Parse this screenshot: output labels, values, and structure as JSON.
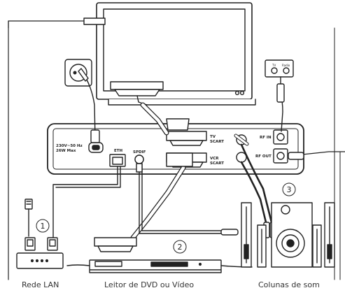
{
  "device": {
    "power_spec_line1": "230V~50 Hz",
    "power_spec_line2": "26W Max",
    "port_eth": "ETH",
    "port_spdif": "SPDIF",
    "port_tv_scart_1": "TV",
    "port_tv_scart_2": "SCART",
    "port_vcr_scart_1": "VCR",
    "port_vcr_scart_2": "SCART",
    "port_rf_in": "RF IN",
    "port_rf_out": "RF OUT"
  },
  "antenna_socket": {
    "tv_label": "TV",
    "radio_label": "Radio"
  },
  "callouts": {
    "lan": "1",
    "dvd": "2",
    "speakers": "3"
  },
  "captions": {
    "lan": "Rede LAN",
    "dvd": "Leitor de DVD ou Vídeo",
    "speakers": "Colunas de som"
  },
  "colors": {
    "line": "#222222",
    "background": "#ffffff"
  }
}
